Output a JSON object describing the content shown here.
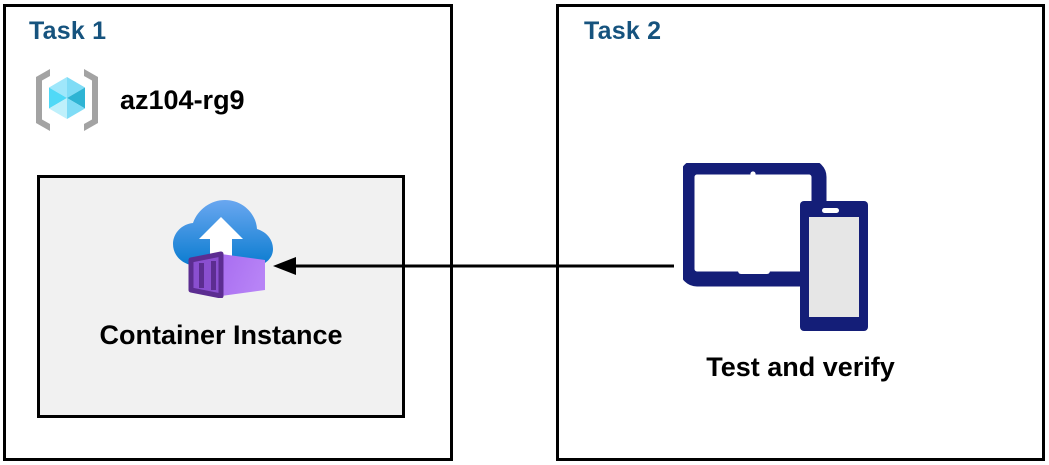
{
  "diagram": {
    "title": "Azure Container Instance task diagram",
    "background_color": "#ffffff",
    "border_color": "#000000",
    "title_color": "#16537e",
    "panels": [
      {
        "id": "task1",
        "title": "Task 1",
        "resource_group": {
          "icon": "azure-resource-group-icon",
          "label": "az104-rg9"
        },
        "resource": {
          "icon": "azure-container-instance-icon",
          "label": "Container Instance",
          "fill_color": "#f1f1f1"
        }
      },
      {
        "id": "task2",
        "title": "Task 2",
        "device": {
          "icon": "tablet-and-phone-icon",
          "label": "Test and verify",
          "color": "#141e78"
        }
      }
    ],
    "connector": {
      "name": "arrow-task2-to-task1",
      "direction": "right-to-left",
      "from": "Test and verify",
      "to": "Container Instance",
      "color": "#000000"
    },
    "palette": {
      "resource_group_cube_light": "#9fe7fb",
      "resource_group_cube_mid": "#50d9f7",
      "resource_group_cube_dark": "#32bedd",
      "resource_group_bracket": "#a0a0a0",
      "cloud_light": "#5ea0ef",
      "cloud_dark": "#0078d4",
      "container_light": "#b77af4",
      "container_dark": "#5c2d91",
      "device_navy": "#141e78",
      "device_screen": "#e6e6e6"
    }
  }
}
